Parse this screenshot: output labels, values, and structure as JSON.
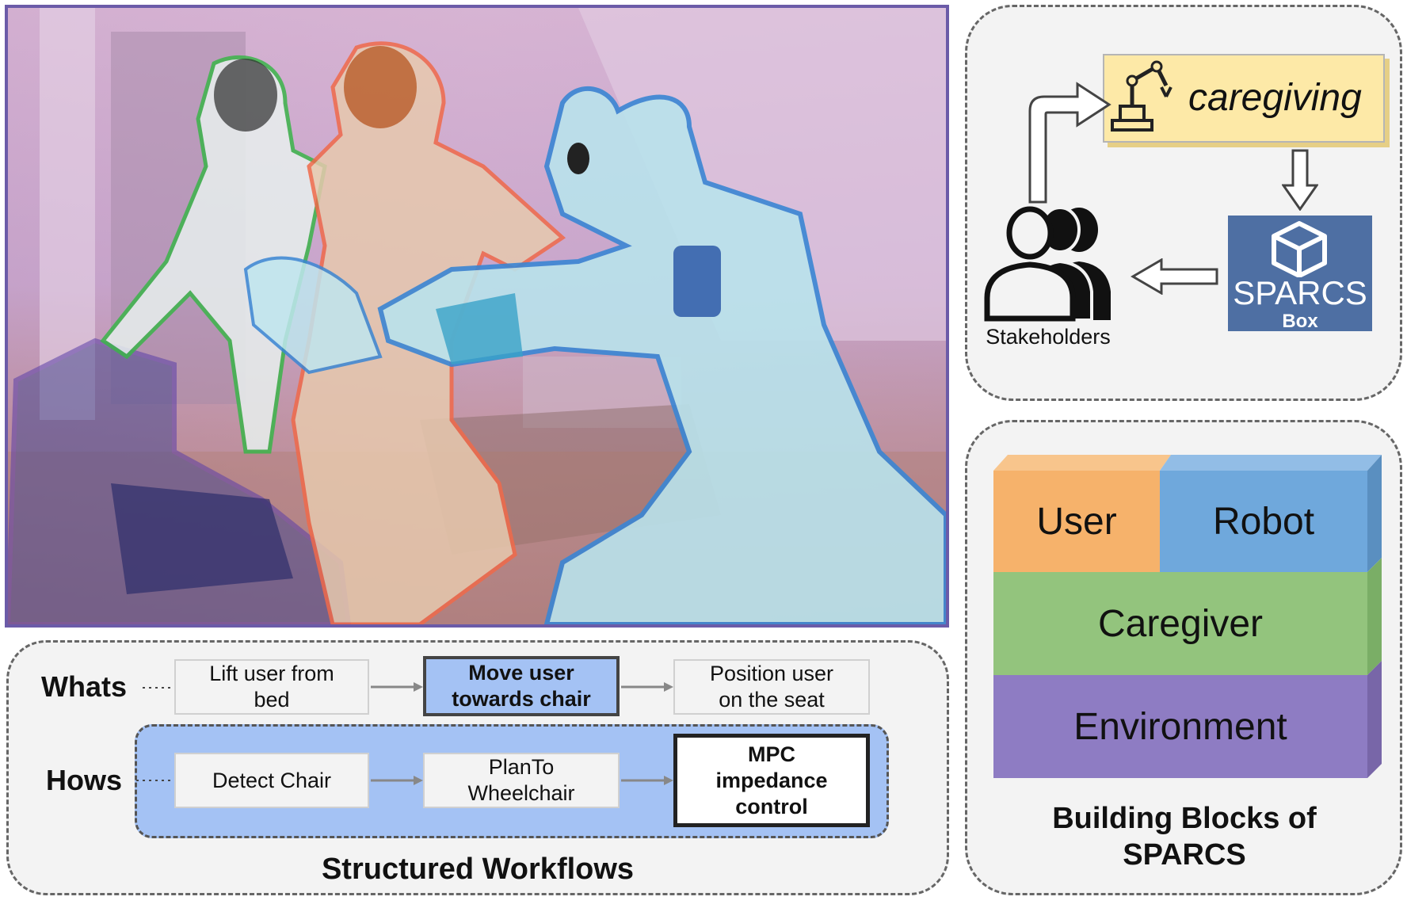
{
  "colors": {
    "photo_border": "#6b5ba8",
    "caregiver_outline": "#3bb54a",
    "user_outline": "#f06a4a",
    "robot_outline": "#3a86d4",
    "wheelchair_outline": "#5b3fa8",
    "user_block": "#f6b26b",
    "robot_block": "#6fa8dc",
    "caregiver_block": "#93c47d",
    "environment_block": "#8e7cc3",
    "caregiving_box": "#fde9a7",
    "sparcs_box": "#4e6fa3",
    "hows_band": "#a4c2f4"
  },
  "loop": {
    "caregiving_label": "caregiving",
    "caregiving_icon": "robot-arm-icon",
    "sparcs_label": "SPARCS",
    "sparcs_sub": "Box",
    "sparcs_icon": "cube-icon",
    "stakeholders_label": "Stakeholders",
    "stakeholders_icon": "people-group-icon"
  },
  "blocks": {
    "user": "User",
    "robot": "Robot",
    "caregiver": "Caregiver",
    "environment": "Environment",
    "title_line1": "Building Blocks of",
    "title_line2": "SPARCS"
  },
  "workflow": {
    "whats_label": "Whats",
    "hows_label": "Hows",
    "whats": [
      {
        "line1": "Lift user from",
        "line2": "bed"
      },
      {
        "line1": "Move user",
        "line2": "towards chair"
      },
      {
        "line1": "Position user",
        "line2": "on the seat"
      }
    ],
    "hows": [
      {
        "line1": "Detect Chair",
        "line2": "",
        "line3": ""
      },
      {
        "line1": "PlanTo",
        "line2": "Wheelchair",
        "line3": ""
      },
      {
        "line1": "MPC",
        "line2": "impedance",
        "line3": "control"
      }
    ],
    "title": "Structured Workflows"
  }
}
